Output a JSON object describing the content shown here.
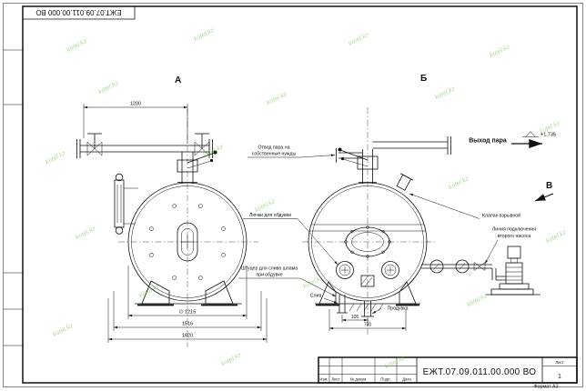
{
  "frame": {
    "top_designation": "ЕЖТ.07.09.011.00.000 ВО"
  },
  "watermark": {
    "text": "kotel.kz"
  },
  "views": {
    "a": {
      "label": "А"
    },
    "b": {
      "label": "Б"
    },
    "v": {
      "label": "В"
    }
  },
  "dimensions": {
    "a_top_length": "1200",
    "a_diameter": "∅ 1215",
    "a_width_mid": "1516",
    "a_width_base": "1620",
    "b_drain_offset": "105",
    "b_base_width": "780"
  },
  "annotations": {
    "steam_own_needs_line1": "Отвод пара на",
    "steam_own_needs_line2": "собственные нужды",
    "steam_outlet": "Выход пара",
    "elevation_mark": "+1,735",
    "blow_hatches": "Лючки для обдувки",
    "explosion_valve": "Клапан взрывной",
    "second_pump_line1": "Линия подключения",
    "second_pump_line2": "второго насоса",
    "sludge_fitting_line1": "Штуцер для слива шлама",
    "sludge_fitting_line2": "при обдувке",
    "drain": "Слив",
    "blowdown": "Продувка"
  },
  "title_block": {
    "designation": "ЕЖТ.07.09.011.00.000 ВО",
    "col_izm": "Изм.",
    "col_list": "Лист",
    "col_doc": "№ докум.",
    "col_sign": "Подп.",
    "col_date": "Дата",
    "sheet_label": "Лист",
    "sheet_number": "1",
    "format_label": "Формат А3"
  }
}
